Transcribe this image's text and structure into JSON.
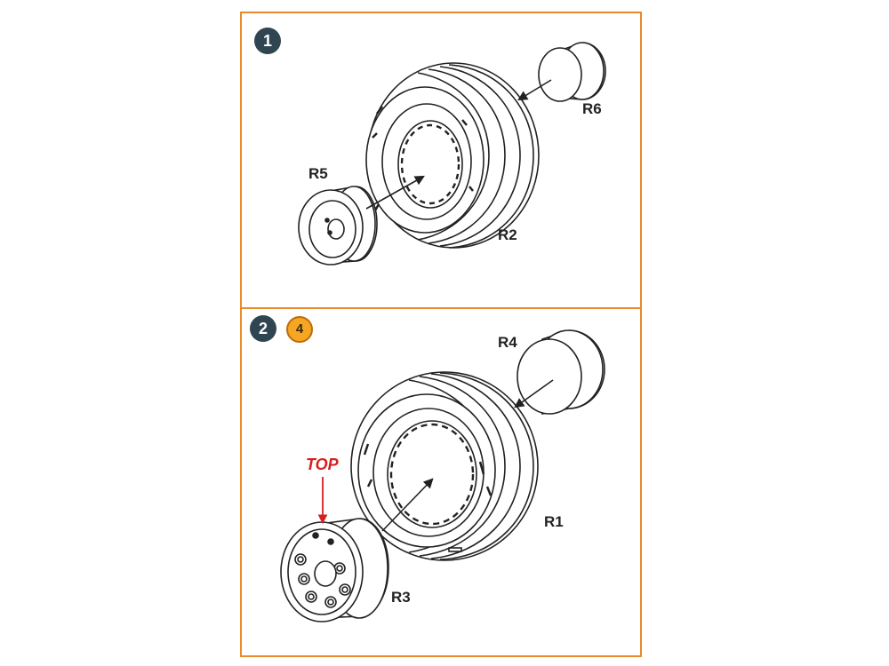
{
  "steps": [
    {
      "number": "1",
      "parts": {
        "hubcap": "R6",
        "hub": "R5",
        "tire": "R2"
      }
    },
    {
      "number": "2",
      "reference": "4",
      "parts": {
        "cap": "R4",
        "tire": "R1",
        "hub": "R3"
      },
      "note": "TOP"
    }
  ],
  "colors": {
    "frame": "#e98a2b",
    "step_badge": "#2f4551",
    "reference_badge": "#f5a623",
    "note": "#d42020",
    "line": "#222222"
  }
}
